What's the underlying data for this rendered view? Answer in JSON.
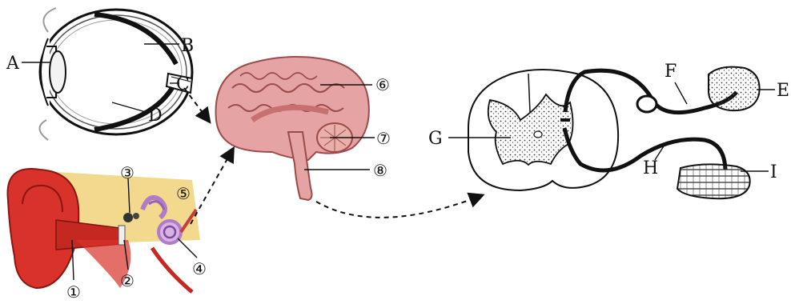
{
  "eye": {
    "labels": {
      "A": "A",
      "B": "B",
      "C": "C",
      "D": "D"
    }
  },
  "ear": {
    "labels": {
      "n1": "①",
      "n2": "②",
      "n3": "③",
      "n4": "④",
      "n5": "⑤"
    }
  },
  "brain": {
    "labels": {
      "n6": "⑥",
      "n7": "⑦",
      "n8": "⑧"
    }
  },
  "spinal_cord": {
    "labels": {
      "E": "E",
      "F": "F",
      "G": "G",
      "H": "H",
      "I": "I"
    }
  },
  "colors": {
    "brain": "#e6a3a3",
    "ear_skin": "#d8322a",
    "ear_bone": "#f1d27a",
    "cochlea": "#b07cc6",
    "ink": "#111111"
  }
}
